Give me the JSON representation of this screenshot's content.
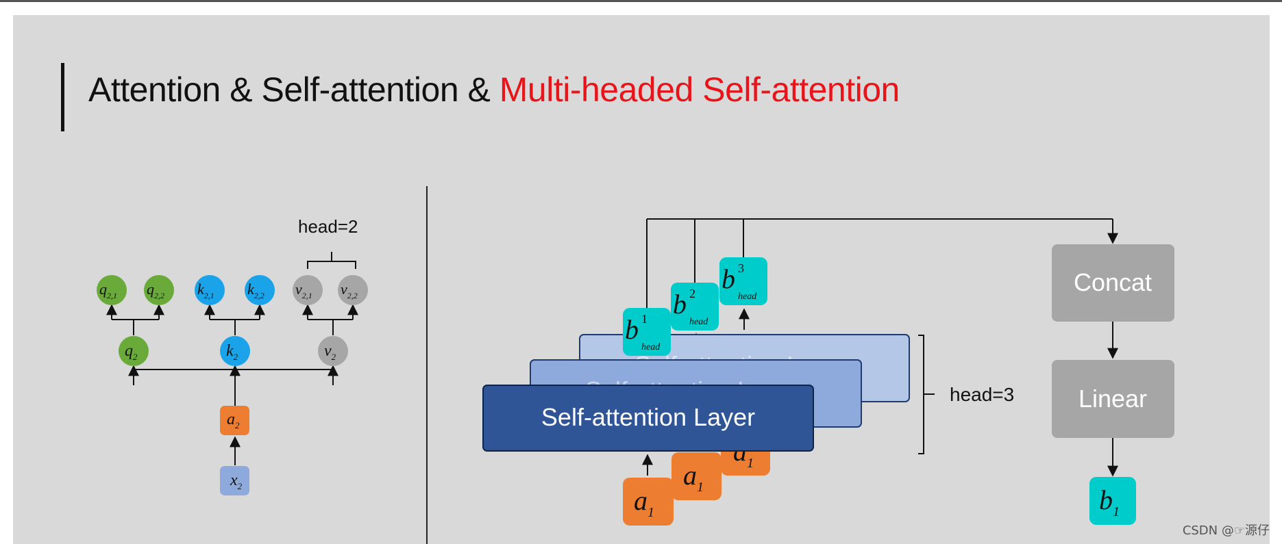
{
  "title": {
    "part1": "Attention & Self-attention & ",
    "part2": "Multi-headed Self-attention"
  },
  "left": {
    "head_label": "head=2",
    "x": {
      "base": "x",
      "sub": "2"
    },
    "a": {
      "base": "a",
      "sub": "2"
    },
    "q": {
      "base": "q",
      "sub": "2"
    },
    "k": {
      "base": "k",
      "sub": "2"
    },
    "v": {
      "base": "v",
      "sub": "2"
    },
    "q1": {
      "base": "q",
      "sub": "2,1"
    },
    "q2": {
      "base": "q",
      "sub": "2,2"
    },
    "k1": {
      "base": "k",
      "sub": "2,1"
    },
    "k2": {
      "base": "k",
      "sub": "2,2"
    },
    "v1": {
      "base": "v",
      "sub": "2,1"
    },
    "v2": {
      "base": "v",
      "sub": "2,2"
    }
  },
  "right": {
    "layer_label": "Self-attention Layer",
    "head_label": "head=3",
    "concat_label": "Concat",
    "linear_label": "Linear",
    "input": {
      "base": "a",
      "sub": "1"
    },
    "head_out": {
      "base": "b",
      "sub": "head"
    },
    "head_sups": [
      "1",
      "2",
      "3"
    ],
    "output": {
      "base": "b",
      "sub": "1"
    }
  },
  "watermark": "CSDN @☞源仔",
  "colors": {
    "green": "#6aaa3a",
    "blue": "#1aa3e8",
    "gray_node": "#a6a6a6",
    "orange": "#ed7d31",
    "light_blue": "#8ea9db",
    "cyan": "#00cccc",
    "layer_dark": "#2f5597",
    "layer_mid": "#8ea9db",
    "layer_light": "#b4c7e7",
    "box_gray": "#a6a6a6",
    "title_red": "#e8141a"
  }
}
